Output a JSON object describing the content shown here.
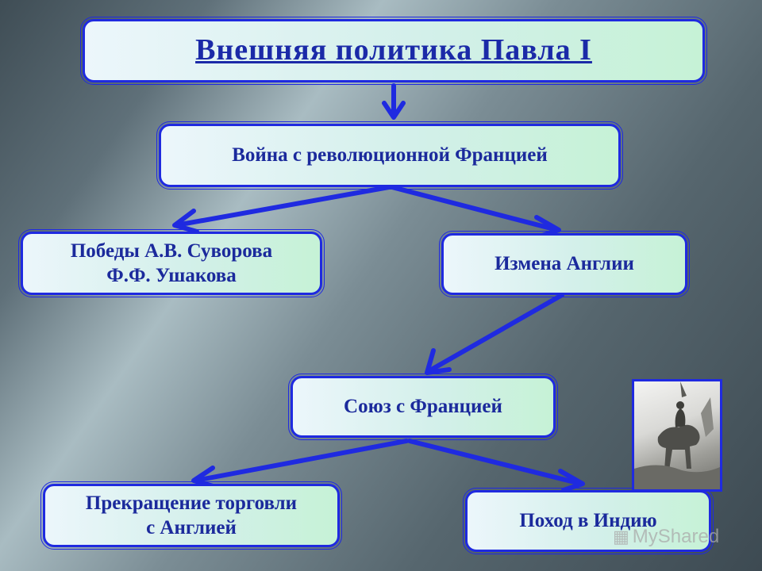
{
  "diagram": {
    "title": "Внешняя политика Павла I",
    "nodes": {
      "war": "Война с революционной Францией",
      "victories_line1": "Победы А.В. Суворова",
      "victories_line2": "Ф.Ф. Ушакова",
      "betrayal": "Измена Англии",
      "alliance": "Союз с Францией",
      "trade_line1": "Прекращение торговли",
      "trade_line2": "с Англией",
      "india": "Поход в Индию"
    },
    "edges": [
      {
        "from": "title",
        "to": "war"
      },
      {
        "from": "war",
        "to": "victories"
      },
      {
        "from": "war",
        "to": "betrayal"
      },
      {
        "from": "betrayal",
        "to": "alliance"
      },
      {
        "from": "alliance",
        "to": "trade"
      },
      {
        "from": "alliance",
        "to": "india"
      }
    ],
    "colors": {
      "accent": "#1f2ae0",
      "text": "#1b2a9c"
    }
  },
  "watermark": {
    "text": "MyShared",
    "icon": "watermark-logo-icon"
  }
}
